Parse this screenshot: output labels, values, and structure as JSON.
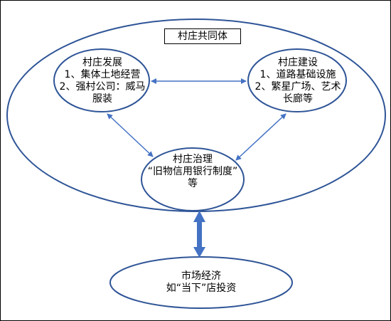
{
  "community": {
    "title": "村庄共同体"
  },
  "nodes": {
    "development": {
      "lines": [
        "村庄发展",
        "1、集体土地经营",
        "2、强村公司：威马",
        "服装"
      ]
    },
    "construction": {
      "lines": [
        "村庄建设",
        "1、道路基础设施",
        "2、繁星广场、艺术",
        "长廊等"
      ]
    },
    "governance": {
      "lines": [
        "村庄治理",
        "“旧物信用银行制度”",
        "等"
      ]
    },
    "market": {
      "lines": [
        "市场经济",
        "如“当下”店投资"
      ]
    }
  },
  "colors": {
    "ellipse_stroke": "#2f5597",
    "arrow": "#4472c4"
  }
}
